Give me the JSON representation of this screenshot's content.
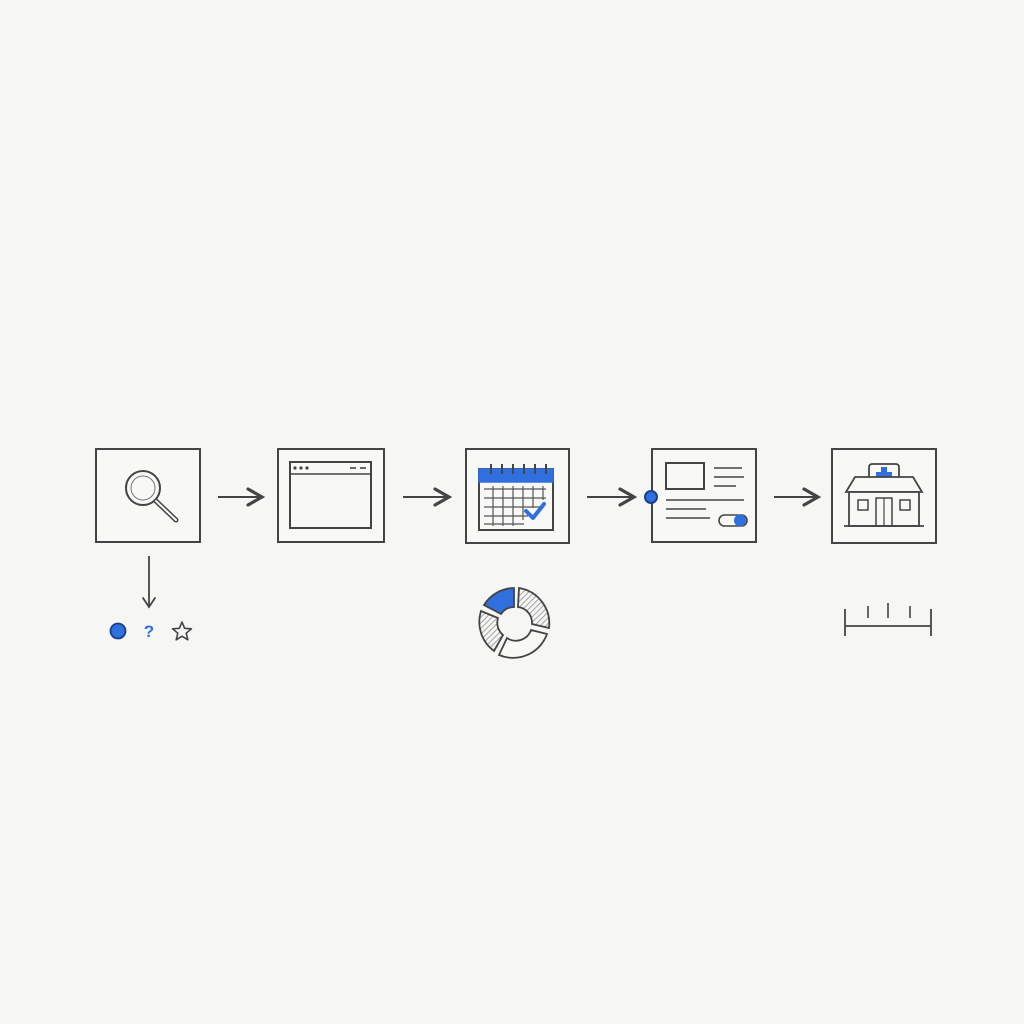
{
  "diagram": {
    "steps": [
      {
        "icon": "search-icon"
      },
      {
        "icon": "browser-window-icon"
      },
      {
        "icon": "calendar-check-icon"
      },
      {
        "icon": "form-toggle-icon"
      },
      {
        "icon": "clinic-building-icon"
      }
    ],
    "connectors": [
      "arrow-right",
      "arrow-right",
      "arrow-right",
      "arrow-right"
    ],
    "annotations": {
      "below_search": [
        "blue-dot-icon",
        "question-mark-icon",
        "star-outline-icon"
      ],
      "below_calendar": "donut-chart-icon",
      "below_clinic": "ruler-scale-icon"
    },
    "question_mark_glyph": "?"
  },
  "colors": {
    "background": "#f6f6f5",
    "stroke": "#444444",
    "accent": "#2f6fde",
    "hatch": "#9a9a9a"
  }
}
